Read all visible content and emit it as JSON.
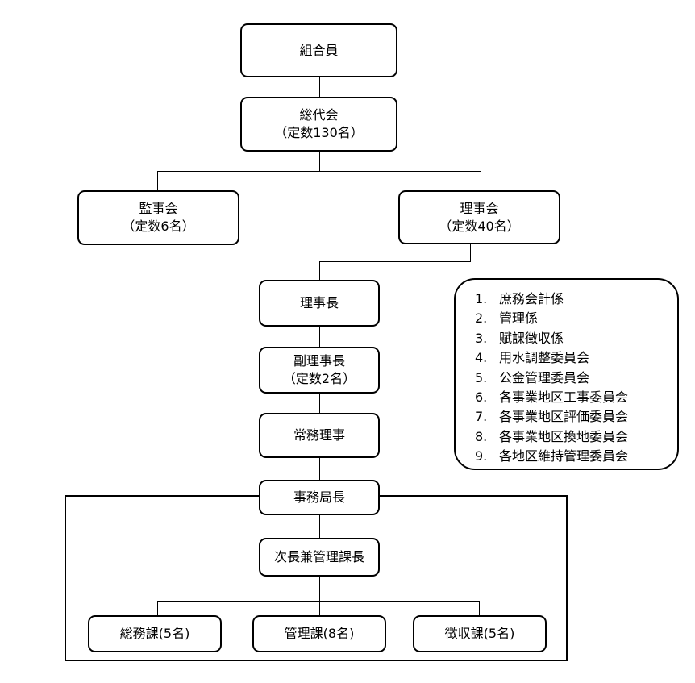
{
  "org": {
    "members": "組合員",
    "general_assembly": {
      "title": "総代会",
      "note": "（定数130名）"
    },
    "auditors": {
      "title": "監事会",
      "note": "（定数6名）"
    },
    "board": {
      "title": "理事会",
      "note": "（定数40名）"
    },
    "chairman": "理事長",
    "vice_chairman": {
      "title": "副理事長",
      "note": "（定数2名）"
    },
    "managing_director": "常務理事",
    "secretary_general": "事務局長",
    "deputy_director": "次長兼管理課長",
    "divisions": [
      {
        "label": "総務課(5名)"
      },
      {
        "label": "管理課(8名)"
      },
      {
        "label": "徴収課(5名)"
      }
    ],
    "committees": [
      {
        "num": "1.",
        "label": "庶務会計係"
      },
      {
        "num": "2.",
        "label": "管理係"
      },
      {
        "num": "3.",
        "label": "賦課徴収係"
      },
      {
        "num": "4.",
        "label": "用水調整委員会"
      },
      {
        "num": "5.",
        "label": "公金管理委員会"
      },
      {
        "num": "6.",
        "label": "各事業地区工事委員会"
      },
      {
        "num": "7.",
        "label": "各事業地区評価委員会"
      },
      {
        "num": "8.",
        "label": "各事業地区換地委員会"
      },
      {
        "num": "9.",
        "label": "各地区維持管理委員会"
      }
    ]
  }
}
